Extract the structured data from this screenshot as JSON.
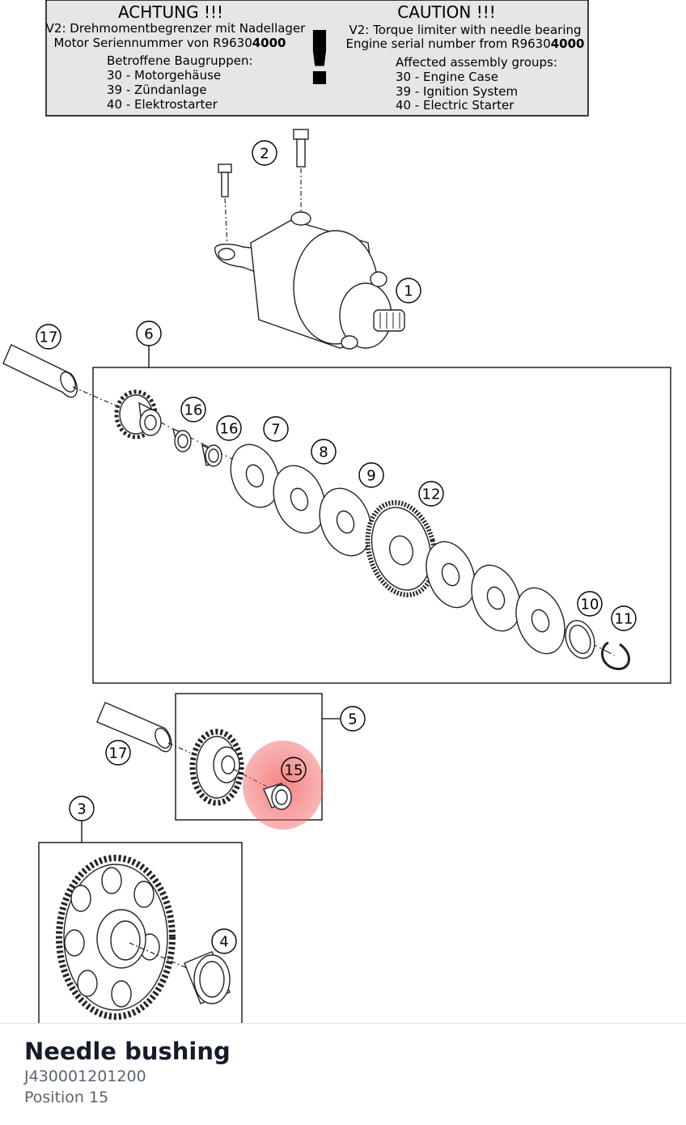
{
  "warning": {
    "de": {
      "title": "ACHTUNG !!!",
      "line1": "V2: Drehmomentbegrenzer mit Nadellager",
      "line2_prefix": "Motor Seriennummer von R9630",
      "line2_bold": "4000",
      "groups_heading": "Betroffene Baugruppen:",
      "groups": [
        "30 - Motorgehäuse",
        "39 - Zündanlage",
        "40 - Elektrostarter"
      ]
    },
    "en": {
      "title": "CAUTION !!!",
      "line1": "V2: Torque limiter with needle bearing",
      "line2_prefix": "Engine serial number from R9630",
      "line2_bold": "4000",
      "groups_heading": "Affected assembly groups:",
      "groups": [
        "30 - Engine Case",
        "39 - Ignition System",
        "40 - Electric Starter"
      ]
    },
    "symbol": "!"
  },
  "callouts": {
    "c1": "1",
    "c2": "2",
    "c3": "3",
    "c4": "4",
    "c5": "5",
    "c6": "6",
    "c7": "7",
    "c8": "8",
    "c9": "9",
    "c10": "10",
    "c11": "11",
    "c12": "12",
    "c15": "15",
    "c16a": "16",
    "c16b": "16",
    "c17a": "17",
    "c17b": "17"
  },
  "highlight": {
    "position": "15",
    "color": "#f25a5a"
  },
  "footer": {
    "name": "Needle bushing",
    "part_number": "J430001201200",
    "position": "Position 15"
  }
}
